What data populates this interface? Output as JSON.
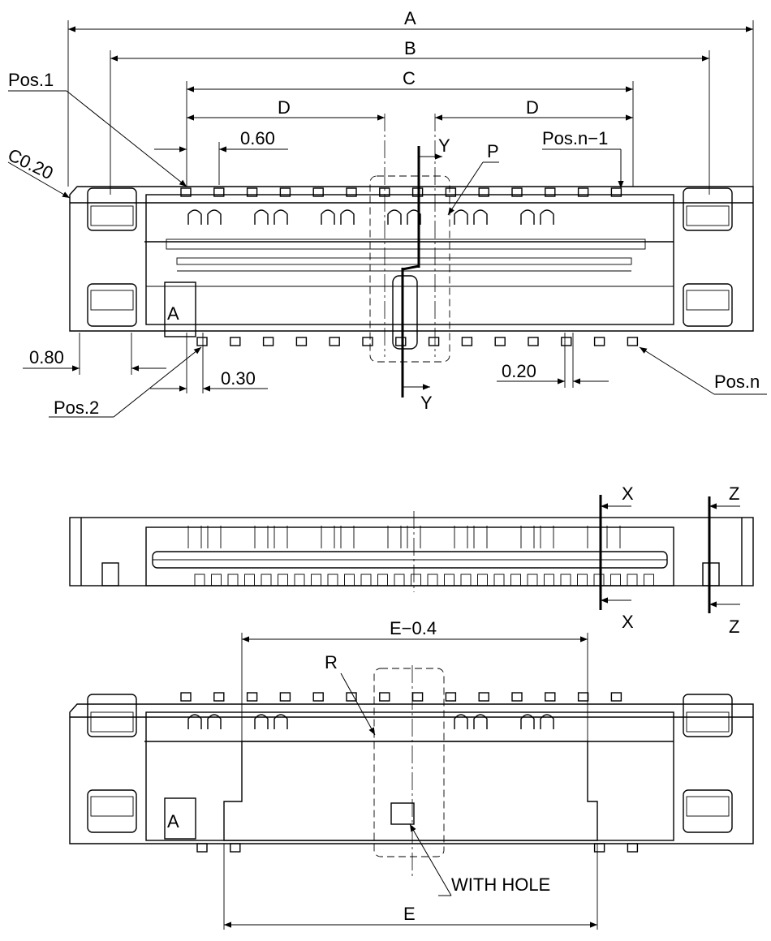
{
  "views": {
    "top": {
      "dims": {
        "A": "A",
        "B": "B",
        "C": "C",
        "D_left": "D",
        "D_right": "D",
        "p060": "0.60",
        "p080": "0.80",
        "p030": "0.30",
        "p020": "0.20",
        "c020": "C0.20"
      },
      "callouts": {
        "pos1": "Pos.1",
        "pos2": "Pos.2",
        "posn1": "Pos.n−1",
        "posn": "Pos.n",
        "p": "P",
        "y_top": "Y",
        "y_bot": "Y",
        "mark": "A"
      }
    },
    "side": {
      "x_top": "X",
      "x_bot": "X",
      "z_top": "Z",
      "z_bot": "Z"
    },
    "bottom": {
      "e04": "E−0.4",
      "e": "E",
      "r": "R",
      "hole": "WITH HOLE",
      "mark": "A"
    }
  }
}
